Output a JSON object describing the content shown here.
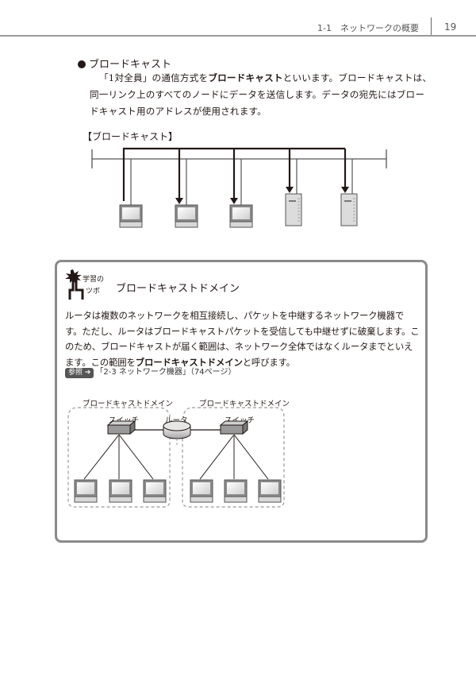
{
  "header": {
    "section": "1-1　ネットワークの概要",
    "page_number": "19"
  },
  "section": {
    "heading": "ブロードキャスト",
    "paragraph": {
      "before": "「1対全員」の通信方式を",
      "bold": "ブロードキャスト",
      "after": "といいます。ブロードキャストは、同一リンク上のすべてのノードにデータを送信します。データの宛先にはブロードキャスト用のアドレスが使用されます。"
    }
  },
  "figure1": {
    "title": "【ブロードキャスト】",
    "nodes": [
      {
        "type": "pc",
        "role": "sender"
      },
      {
        "type": "pc",
        "role": "receiver"
      },
      {
        "type": "pc",
        "role": "receiver"
      },
      {
        "type": "server",
        "role": "receiver"
      },
      {
        "type": "server",
        "role": "receiver"
      }
    ]
  },
  "tip": {
    "icon_label_line1": "学習の",
    "icon_label_line2": "ツボ",
    "title": "ブロードキャストドメイン",
    "text_before": "ルータは複数のネットワークを相互接続し、パケットを中継するネットワーク機器です。ただし、ルータはブロードキャストパケットを受信しても中継せずに破棄します。このため、ブロードキャストが届く範囲は、ネットワーク全体ではなくルータまでといえます。この範囲を",
    "text_bold": "ブロードキャストドメイン",
    "text_after": "と呼びます。",
    "reference": {
      "badge": "参照 ➔",
      "text": "「2-3 ネットワーク機器」（74ページ）"
    }
  },
  "figure2": {
    "domain_left_label": "ブロードキャストドメイン",
    "domain_right_label": "ブロードキャストドメイン",
    "switch_left_label": "スイッチ",
    "router_label": "ルータ",
    "switch_right_label": "スイッチ",
    "pcs_per_domain": 3
  }
}
